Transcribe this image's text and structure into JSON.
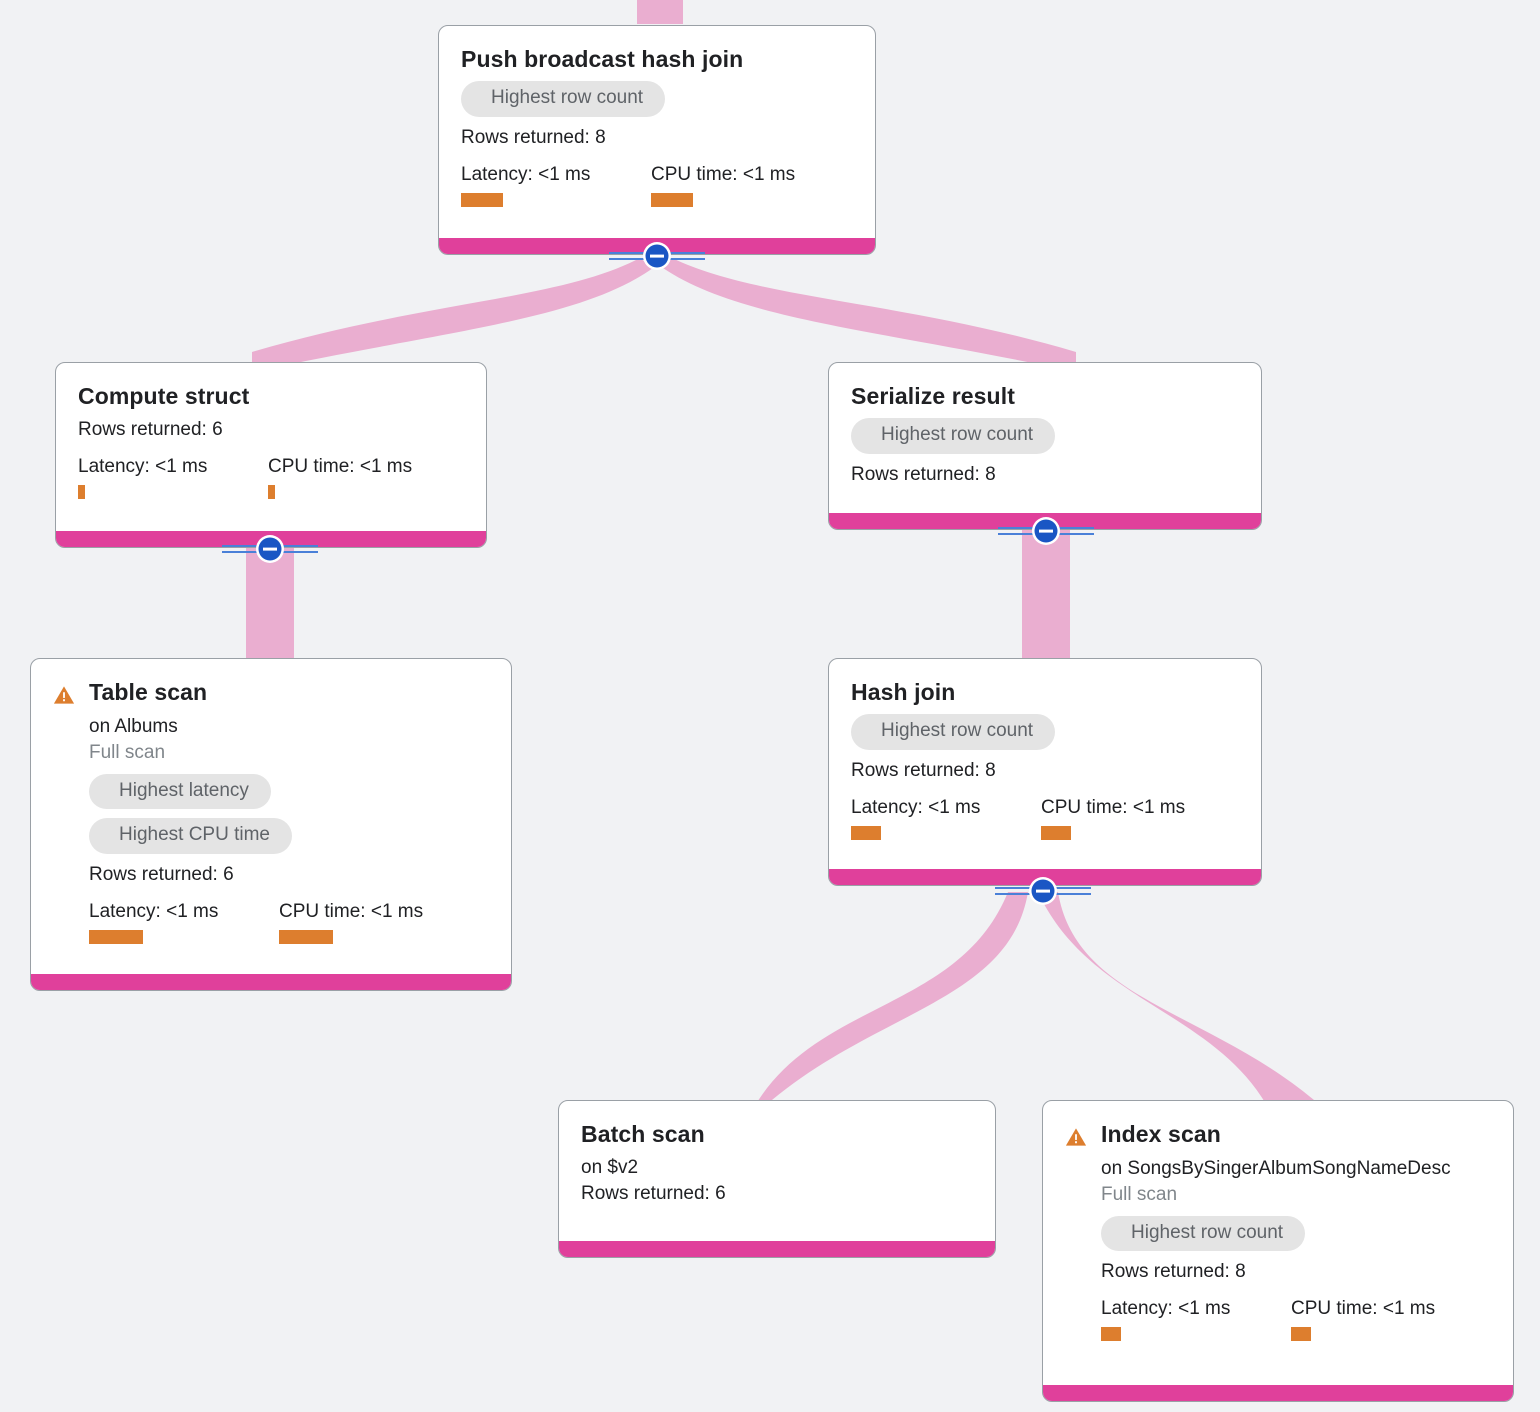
{
  "diagram": {
    "type": "query-execution-plan",
    "background_color": "#f1f2f4",
    "edge_color": "#eaaed0",
    "node_footer_color": "#e0409b",
    "metric_bar_color": "#dd7e2e",
    "badge_color": "#e4e4e4",
    "handle_color": "#1a56c4",
    "warning_color": "#dd7e2e"
  },
  "labels": {
    "rows_prefix": "Rows returned: ",
    "latency_prefix": "Latency: ",
    "cpu_prefix": "CPU time: ",
    "on_prefix": "on "
  },
  "nodes": [
    {
      "id": "push-broadcast-hash-join",
      "title": "Push broadcast hash join",
      "warning": false,
      "badges": [
        "Highest row count"
      ],
      "rows": "Rows returned: 8",
      "latency": "Latency: <1 ms",
      "cpu": "CPU time: <1 ms",
      "latency_bar_width": 42,
      "cpu_bar_width": 42
    },
    {
      "id": "compute-struct",
      "title": "Compute struct",
      "warning": false,
      "badges": [],
      "rows": "Rows returned: 6",
      "latency": "Latency: <1 ms",
      "cpu": "CPU time: <1 ms",
      "latency_bar_width": 7,
      "cpu_bar_width": 7
    },
    {
      "id": "serialize-result",
      "title": "Serialize result",
      "warning": false,
      "badges": [
        "Highest row count"
      ],
      "rows": "Rows returned: 8",
      "latency": null,
      "cpu": null
    },
    {
      "id": "table-scan",
      "title": "Table scan",
      "warning": true,
      "on": "on Albums",
      "scan": "Full scan",
      "badges": [
        "Highest latency",
        "Highest CPU time"
      ],
      "rows": "Rows returned: 6",
      "latency": "Latency: <1 ms",
      "cpu": "CPU time: <1 ms",
      "latency_bar_width": 54,
      "cpu_bar_width": 54
    },
    {
      "id": "hash-join",
      "title": "Hash join",
      "warning": false,
      "badges": [
        "Highest row count"
      ],
      "rows": "Rows returned: 8",
      "latency": "Latency: <1 ms",
      "cpu": "CPU time: <1 ms",
      "latency_bar_width": 30,
      "cpu_bar_width": 30
    },
    {
      "id": "batch-scan",
      "title": "Batch scan",
      "warning": false,
      "on": "on $v2",
      "badges": [],
      "rows": "Rows returned: 6",
      "latency": null,
      "cpu": null
    },
    {
      "id": "index-scan",
      "title": "Index scan",
      "warning": true,
      "on": "on SongsBySingerAlbumSongNameDesc",
      "scan": "Full scan",
      "badges": [
        "Highest row count"
      ],
      "rows": "Rows returned: 8",
      "latency": "Latency: <1 ms",
      "cpu": "CPU time: <1 ms",
      "latency_bar_width": 20,
      "cpu_bar_width": 20
    }
  ],
  "handles": [
    {
      "id": "handle-push-broadcast-hash-join",
      "icon": "collapse-icon"
    },
    {
      "id": "handle-compute-struct",
      "icon": "collapse-icon"
    },
    {
      "id": "handle-serialize-result",
      "icon": "collapse-icon"
    },
    {
      "id": "handle-hash-join",
      "icon": "collapse-icon"
    }
  ]
}
